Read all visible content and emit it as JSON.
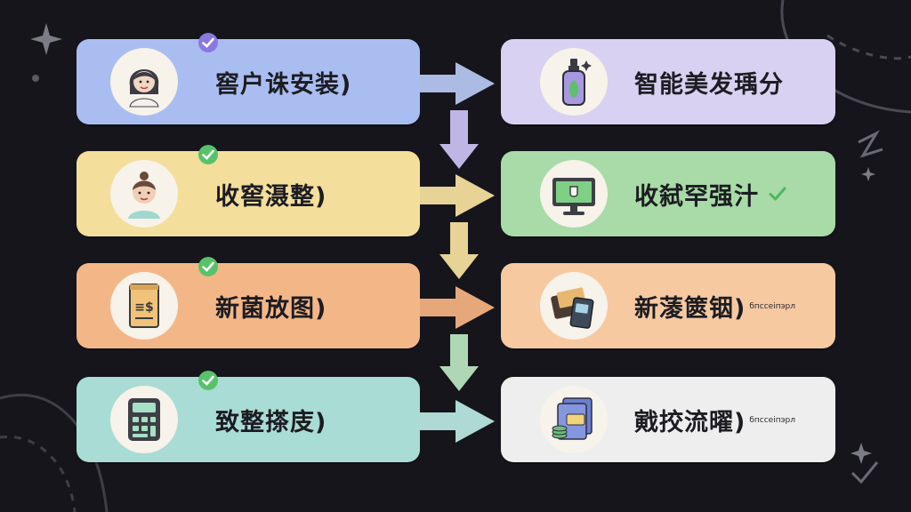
{
  "left_steps": [
    {
      "label": "窖户诛安装)",
      "color": "#a9bdf0",
      "icon": "woman-avatar-icon",
      "checked": true
    },
    {
      "label": "收窖滠整)",
      "color": "#f4de9b",
      "icon": "person-avatar-icon",
      "checked": true
    },
    {
      "label": "新菌放图)",
      "color": "#f3b787",
      "icon": "receipt-icon",
      "checked": true
    },
    {
      "label": "致整搽庋)",
      "color": "#a9dcd5",
      "icon": "calculator-icon",
      "checked": true
    }
  ],
  "right_steps": [
    {
      "label": "智能美发瑀分",
      "color": "#d9d1f2",
      "icon": "spray-bottle-icon",
      "extra": ""
    },
    {
      "label": "收弑罕强汁",
      "color": "#a8dba7",
      "icon": "monitor-icon",
      "extra": ""
    },
    {
      "label": "新蓤篋铟)",
      "color": "#f6c9a1",
      "icon": "wallet-card-icon",
      "extra": "бпссеіпэрл"
    },
    {
      "label": "戭挍流曜)",
      "color": "#eeeeee",
      "icon": "document-coins-icon",
      "extra": "бпссеіпэрл"
    }
  ],
  "colors": {
    "background": "#15151b",
    "check": "#58c26a",
    "check_purple": "#8a78e0",
    "arrow_blue": "#b3c4ef",
    "arrow_purple": "#c9bff0",
    "arrow_yellow": "#f1dd9c",
    "arrow_green": "#b7e2bf",
    "arrow_orange": "#f1b07f",
    "arrow_teal": "#b6e4de"
  }
}
